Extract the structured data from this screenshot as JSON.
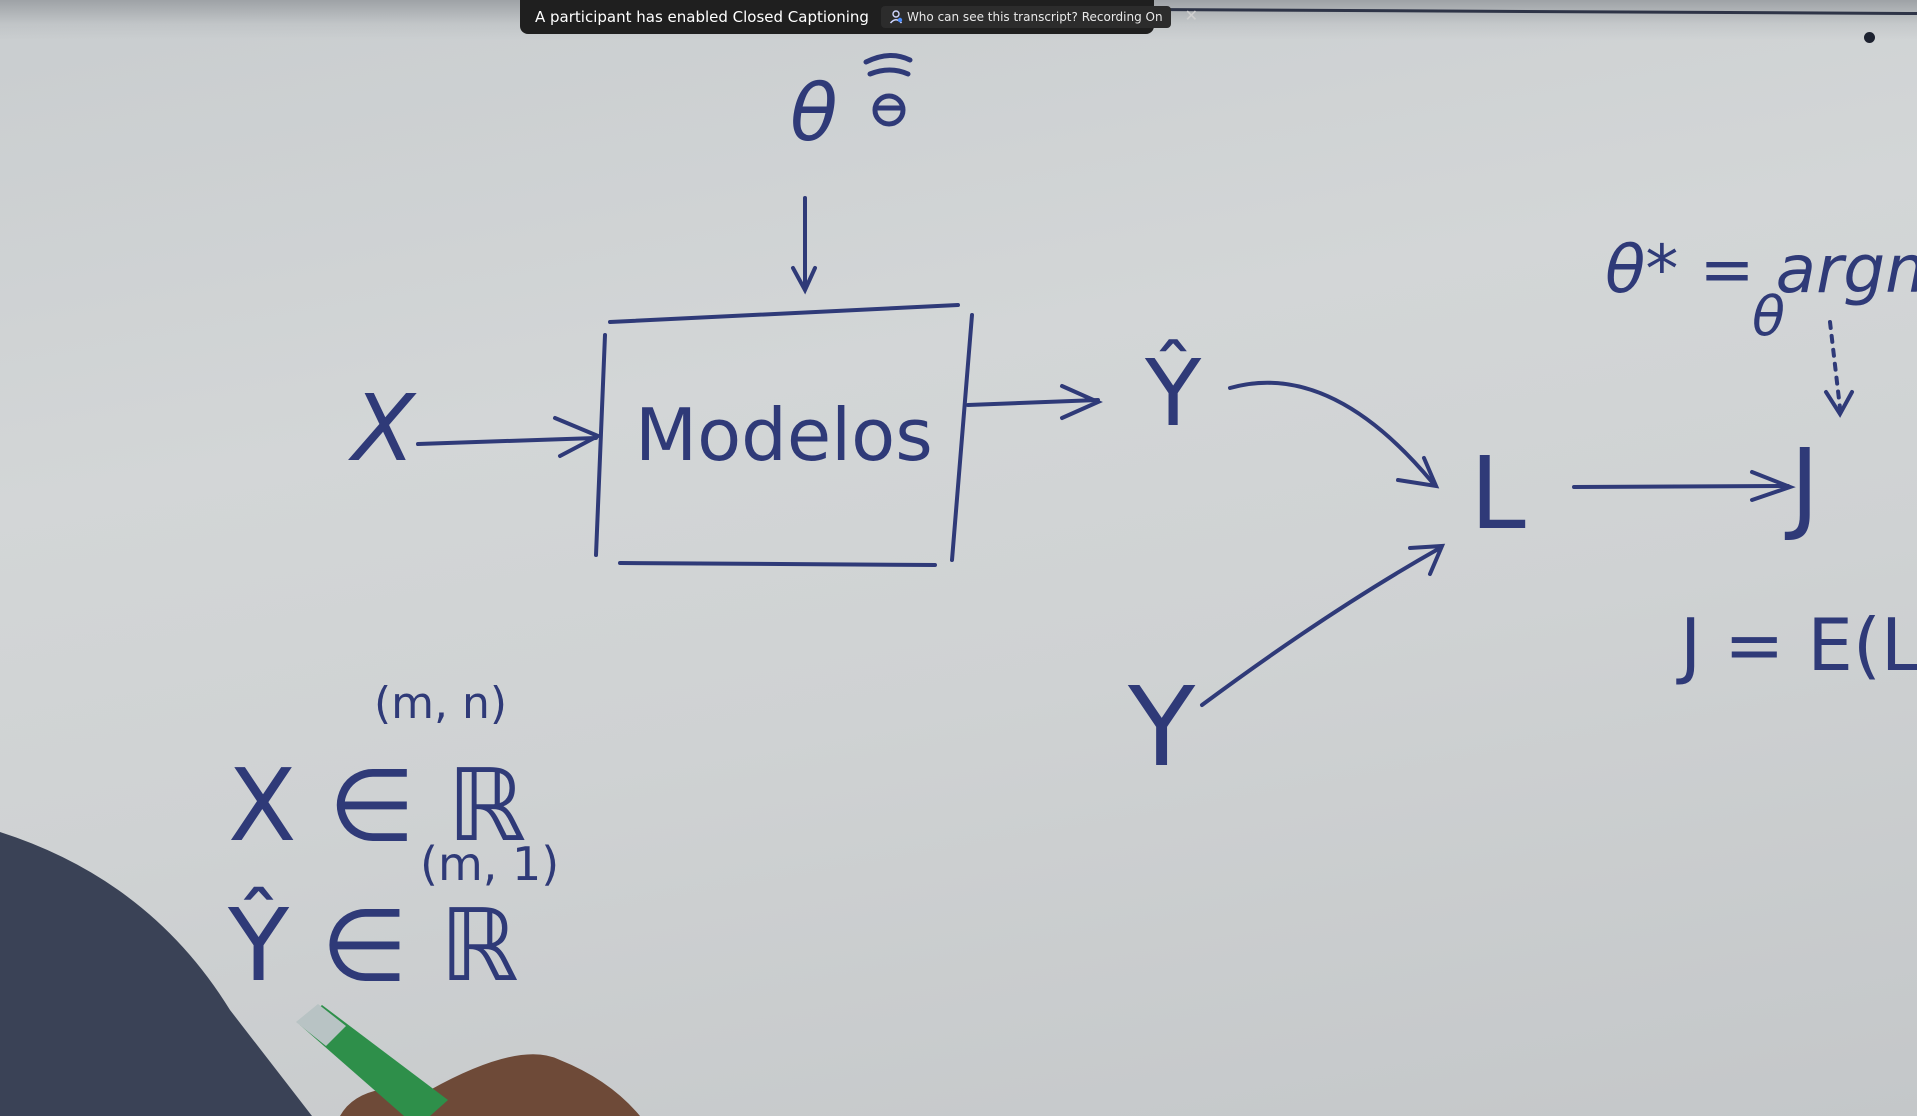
{
  "caption_banner": {
    "message": "A participant has enabled Closed Captioning",
    "link_label": "Who can see this transcript? Recording On",
    "close_icon": "close-icon",
    "link_icon": "people-icon"
  },
  "whiteboard": {
    "input_label": "X",
    "model_label": "Modelos",
    "params_label": "θ",
    "prediction_label": "Ŷ",
    "target_label": "Y",
    "loss_label": "L",
    "cost_label": "J",
    "cost_definition": "J = E(L",
    "argmin_formula": "θ* = argmin J(",
    "argmin_subscript": "θ",
    "x_domain": "X ∈ ℝ",
    "x_shape": "(m, n)",
    "yhat_domain": "Ŷ ∈ ℝ",
    "yhat_shape": "(m, 1)"
  },
  "colors": {
    "ink": "#2f3a78",
    "board": "#cfd2d3",
    "banner": "#1f1f1f",
    "shirt": "#3a4256",
    "marker": "#2e8f4a"
  }
}
